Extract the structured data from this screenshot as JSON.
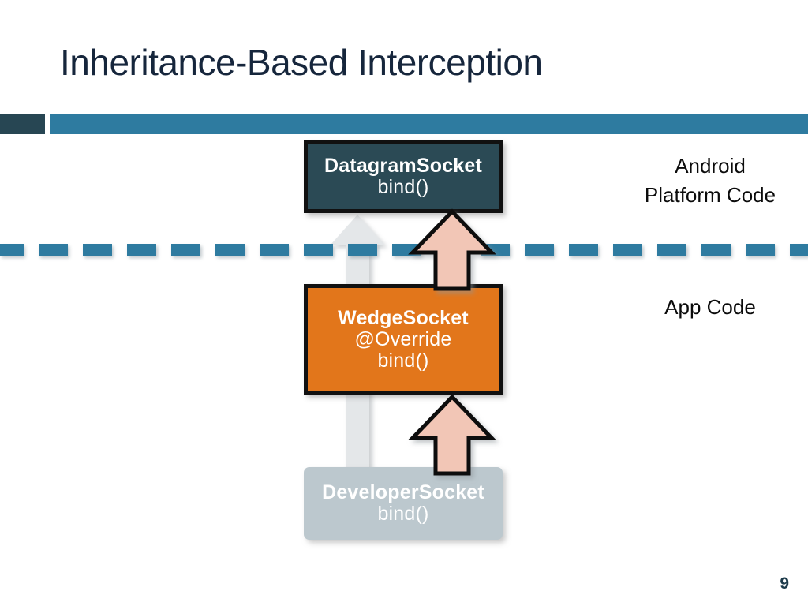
{
  "slide": {
    "title": "Inheritance-Based Interception",
    "page_number": "9"
  },
  "theme": {
    "title_color": "#16263C",
    "accent_teal": "#2E7BA0",
    "accent_dark": "#274653",
    "platform_box_color": "#2B4A55",
    "wedge_box_color": "#E2761B",
    "developer_box_color": "#BCC8CE",
    "override_arrow_color": "#F2C6B6",
    "inherit_arrow_color": "#E4E7E9"
  },
  "diagram": {
    "nodes": [
      {
        "id": "datagram-socket",
        "title": "DatagramSocket",
        "lines": [
          "bind()"
        ]
      },
      {
        "id": "wedge-socket",
        "title": "WedgeSocket",
        "lines": [
          "@Override",
          "bind()"
        ]
      },
      {
        "id": "developer-socket",
        "title": "DeveloperSocket",
        "lines": [
          "bind()"
        ]
      }
    ],
    "regions": [
      {
        "id": "platform",
        "line1": "Android",
        "line2": "Platform Code"
      },
      {
        "id": "app",
        "line1": "App Code",
        "line2": ""
      }
    ],
    "separator": {
      "style": "dashed",
      "dash_length": 37,
      "gap_length": 19
    }
  }
}
